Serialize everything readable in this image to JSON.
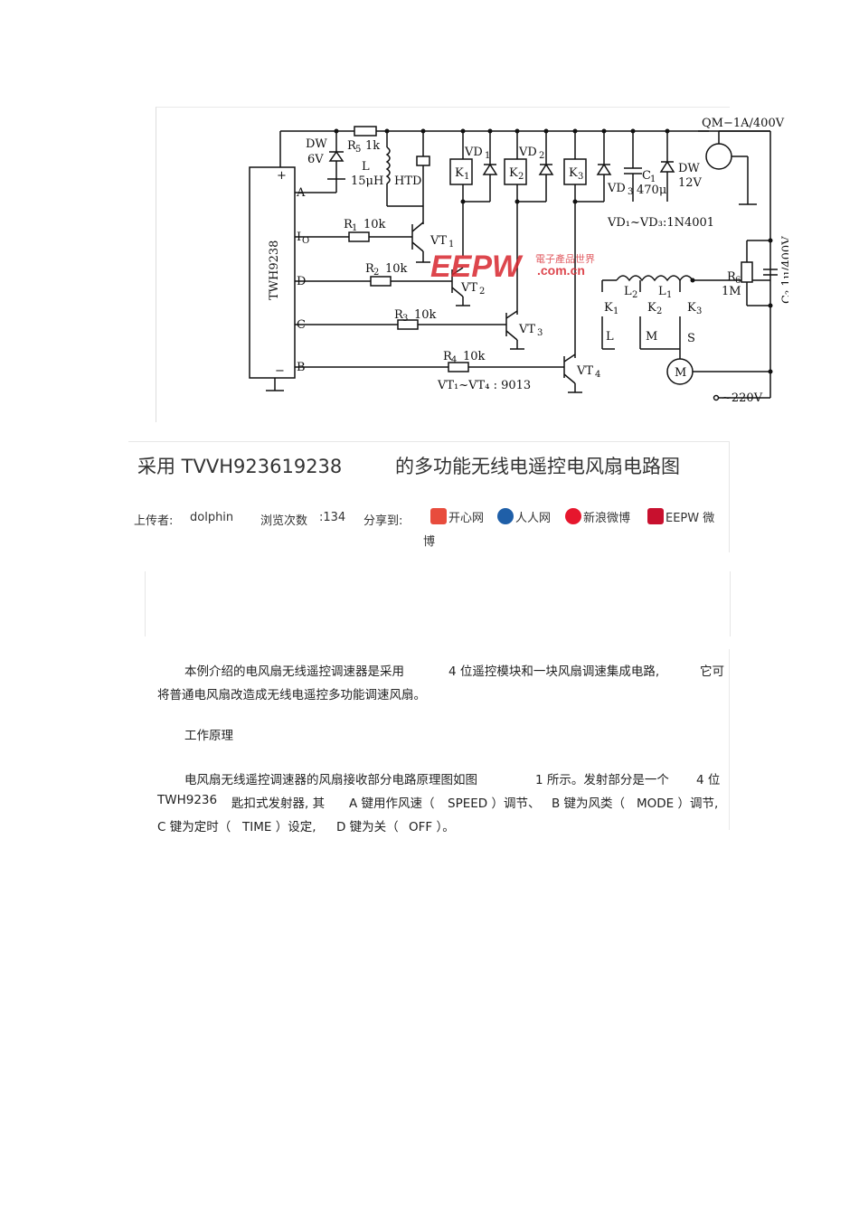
{
  "diagram": {
    "ic_name": "TWH9238",
    "ic_pins": {
      "plus": "+",
      "a": "A",
      "io": "I",
      "io_sub": "O",
      "d": "D",
      "c": "C",
      "minus": "−",
      "b": "B"
    },
    "dw6": "DW",
    "dw6v": "6V",
    "r5": "R",
    "r5_sub": "5",
    "r5_val": "1k",
    "l_label": "L",
    "l_val": "15μH",
    "htd": "HTD",
    "k1": "K",
    "k1_sub": "1",
    "k2": "K",
    "k2_sub": "2",
    "k3": "K",
    "k3_sub": "3",
    "vd1": "VD",
    "vd1_sub": "1",
    "vd2": "VD",
    "vd2_sub": "2",
    "vd3": "VD",
    "vd3_sub": "3",
    "c1": "C",
    "c1_sub": "1",
    "c1_val": "470μ",
    "dw12": "DW",
    "dw12v": "12V",
    "vd_note": "VD₁~VD₃:1N4001",
    "qm": "QM−1A/400V",
    "r1": "R",
    "r1_sub": "1",
    "r1_val": "10k",
    "r2": "R",
    "r2_sub": "2",
    "r2_val": "10k",
    "r3": "R",
    "r3_sub": "3",
    "r3_val": "10k",
    "r4": "R",
    "r4_sub": "4",
    "r4_val": "10k",
    "vt1": "VT",
    "vt1_sub": "1",
    "vt2": "VT",
    "vt2_sub": "2",
    "vt3": "VT",
    "vt3_sub": "3",
    "vt4": "VT",
    "vt4_sub": "4",
    "vt_note": "VT₁~VT₄ : 9013",
    "l2": "L",
    "l2_sub": "2",
    "l1": "L",
    "l1_sub": "1",
    "r6": "R",
    "r6_sub": "6",
    "r6_val": "1M",
    "c2": "C₂ 1μ/400V",
    "sw_l": "L",
    "sw_m": "M",
    "sw_s": "S",
    "motor": "M",
    "ac": "~220V",
    "watermark_main": "EEPW",
    "watermark_cn": "電子產品世界",
    "watermark_url": ".com.cn"
  },
  "title": {
    "part1": "采用  TVVH923619238",
    "part2": "的多功能无线电遥控电风扇电路图"
  },
  "meta": {
    "uploader_label": "上传者:",
    "uploader": "dolphin",
    "views_label": "浏览次数",
    "views": ":134",
    "share_label": "分享到:",
    "share_items": [
      "开心网",
      "人人网",
      "新浪微博",
      "EEPW  微"
    ],
    "share_wrap": "博"
  },
  "body": {
    "p1_a": "本例介绍的电风扇无线遥控调速器是采用",
    "p1_b": "4  位遥控模块和一块风扇调速集成电路,",
    "p1_c": "它可",
    "p1_d": "将普通电风扇改造成无线电遥控多功能调速风扇。",
    "heading": "工作原理",
    "p2_a": "电风扇无线遥控调速器的风扇接收部分电路原理图如图",
    "p2_b": "1  所示。发射部分是一个",
    "p2_c": "4  位",
    "p2_d": "TWH9236",
    "p2_e": "匙扣式发射器,  其",
    "p2_f": "A  键用作风速（",
    "p2_g": "SPEED  ）调节、",
    "p2_h": "B  键为风类（",
    "p2_i": "MODE  ）调节,",
    "p2_j": "C  键为定时（",
    "p2_k": "TIME  ）设定,",
    "p2_l": "D  键为关（",
    "p2_m": "OFF  ）。"
  },
  "colors": {
    "watermark": "#d8262e",
    "text": "#222222",
    "border": "#e6e6e6"
  }
}
